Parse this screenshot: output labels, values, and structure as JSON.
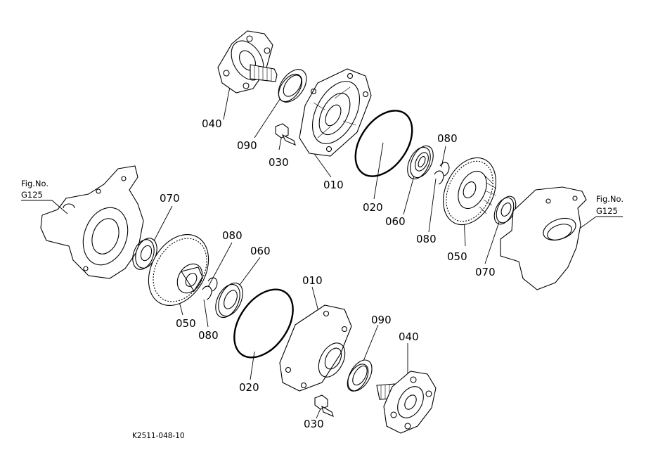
{
  "figure_code": "K2511-048-10",
  "references": [
    {
      "line1": "Fig.No.",
      "line2": "G125"
    },
    {
      "line1": "Fig.No.",
      "line2": "G125"
    }
  ],
  "callouts": [
    "040",
    "090",
    "030",
    "010",
    "020",
    "080",
    "060",
    "080",
    "050",
    "070",
    "070",
    "080",
    "060",
    "050",
    "080",
    "010",
    "020",
    "090",
    "040",
    "030"
  ]
}
